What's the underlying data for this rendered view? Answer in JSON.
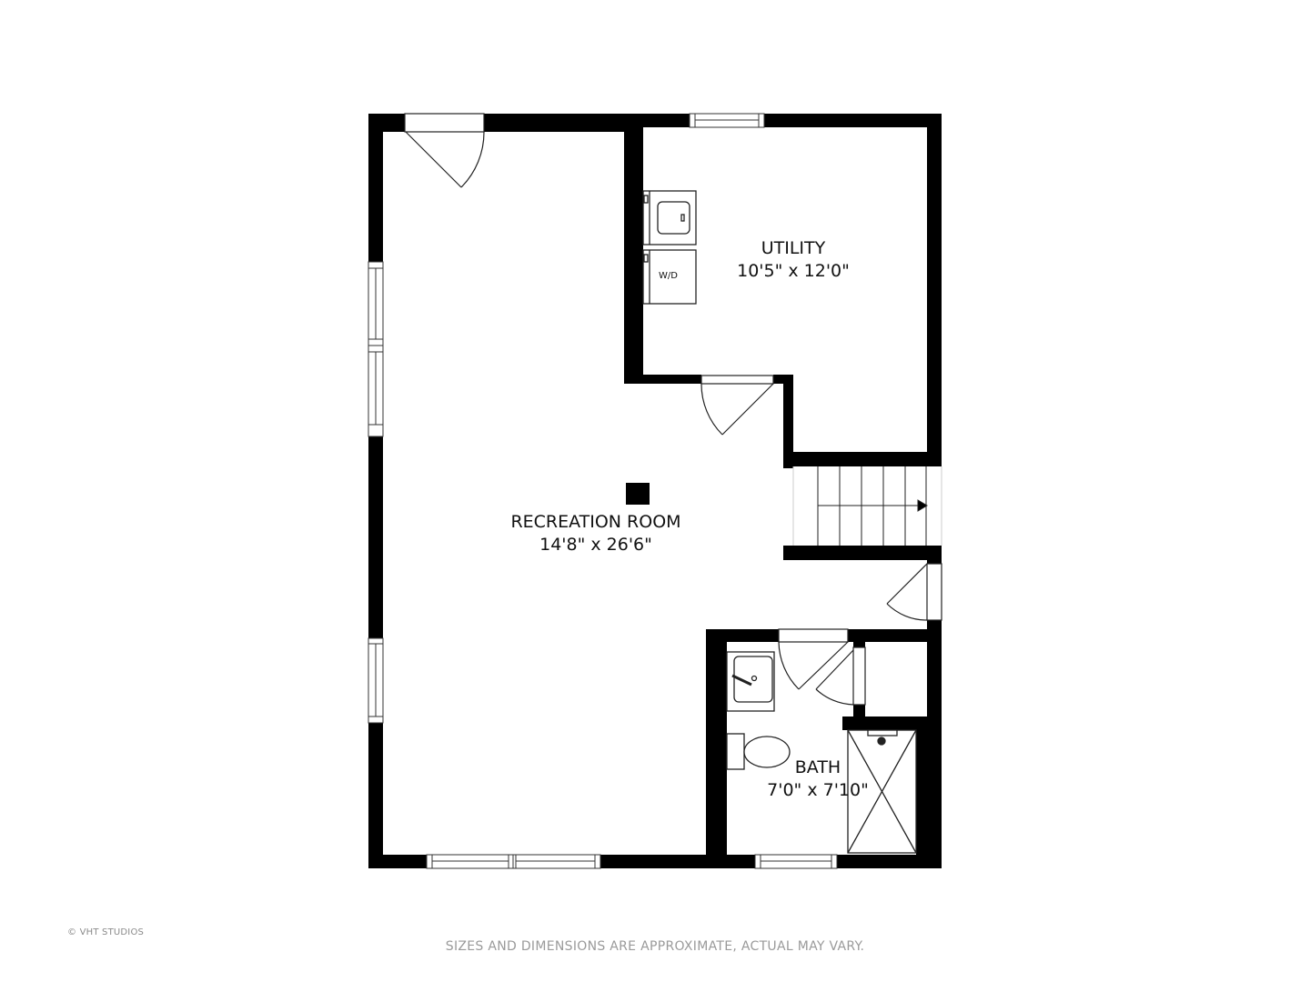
{
  "floorplan": {
    "rooms": [
      {
        "name": "RECREATION ROOM",
        "dimensions": "14'8\" x 26'6\""
      },
      {
        "name": "UTILITY",
        "dimensions": "10'5\" x 12'0\""
      },
      {
        "name": "BATH",
        "dimensions": "7'0\" x 7'10\""
      }
    ],
    "appliances": {
      "washer_dryer_label": "W/D"
    },
    "colors": {
      "wall": "#000000",
      "background": "#ffffff",
      "footer_text": "#9a9a9a"
    }
  },
  "footer": {
    "copyright": "© VHT STUDIOS",
    "disclaimer": "SIZES AND DIMENSIONS ARE APPROXIMATE, ACTUAL MAY VARY."
  }
}
